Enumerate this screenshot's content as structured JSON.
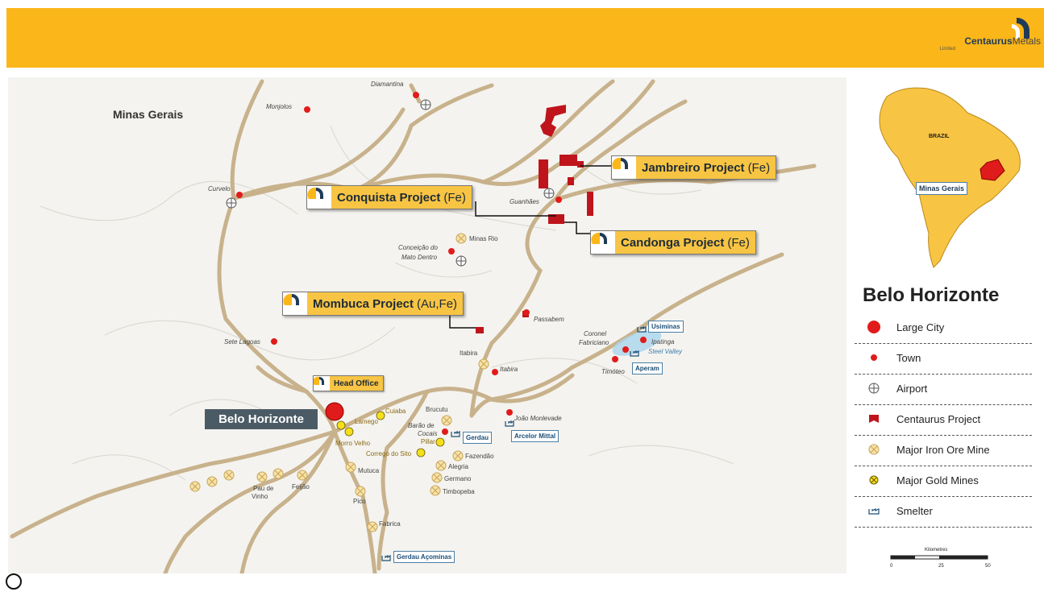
{
  "header": {
    "company_bold": "Centaurus",
    "company_rest": "Metals",
    "company_sub": "Limited"
  },
  "colors": {
    "header_bar": "#fbb619",
    "project_label": "#f8c443",
    "project_polygon": "#c0141c",
    "road": "#c8b28c",
    "town": "#e11b1b",
    "smelter": "#1c4e76"
  },
  "map": {
    "region_label": "Minas Gerais",
    "projects": [
      {
        "name": "Jambreiro Project",
        "suffix": "(Fe)"
      },
      {
        "name": "Conquista Project",
        "suffix": "(Fe)"
      },
      {
        "name": "Candonga Project",
        "suffix": "(Fe)"
      },
      {
        "name": "Mombuca Project",
        "suffix": "(Au,Fe)"
      }
    ],
    "head_office": "Head Office",
    "large_city": "Belo Horizonte",
    "towns": [
      "Diamantina",
      "Monjolos",
      "Curvelo",
      "Guanhães",
      "Conceição do",
      "Mato Dentro",
      "Sete Lagoas",
      "Passabem",
      "Itabira",
      "Coronel",
      "Fabriciano",
      "Ipatinga",
      "Timóteo",
      "Barão de",
      "Cocais",
      "João Monlevade"
    ],
    "valley_label": "Steel Valley",
    "iron_mines": [
      "Minas Rio",
      "Itabira",
      "Brucutu",
      "Fazendão",
      "Alegria",
      "Germano",
      "Timbopeba",
      "Mutuca",
      "Pico",
      "Fabrica",
      "Feijão",
      "Pau de",
      "Vinho"
    ],
    "gold_mines": [
      "Cuiaba",
      "Lamego",
      "Morro Velho",
      "Corrego do Sito",
      "Pillar"
    ],
    "smelters": [
      "Usiminas",
      "Aperam",
      "Gerdau",
      "Arcelor Mittal",
      "Gerdau Açominas"
    ]
  },
  "inset": {
    "country": "BRAZIL",
    "state": "Minas Gerais"
  },
  "legend": {
    "title": "Belo Horizonte",
    "items": [
      {
        "label": "Large City",
        "icon": "large-city-icon"
      },
      {
        "label": "Town",
        "icon": "town-icon"
      },
      {
        "label": "Airport",
        "icon": "airport-icon"
      },
      {
        "label": "Centaurus Project",
        "icon": "project-icon"
      },
      {
        "label": "Major Iron Ore Mine",
        "icon": "iron-mine-icon"
      },
      {
        "label": "Major Gold Mines",
        "icon": "gold-mine-icon"
      },
      {
        "label": "Smelter",
        "icon": "smelter-icon"
      }
    ]
  },
  "scale": {
    "title": "Kilometres",
    "ticks": [
      "0",
      "25",
      "50"
    ]
  }
}
